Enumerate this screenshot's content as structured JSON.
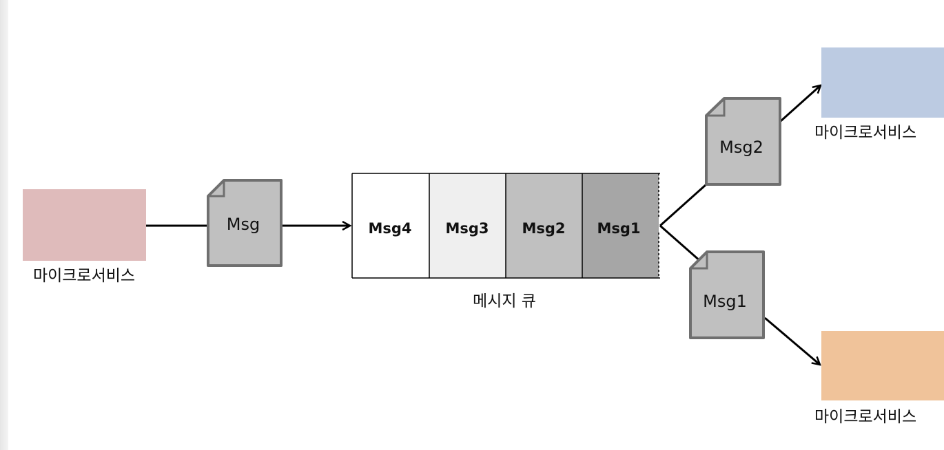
{
  "producer": {
    "label": "마이크로서비스",
    "color": "#dfbbbb"
  },
  "outgoing_message": {
    "label": "Msg"
  },
  "queue": {
    "caption": "메시지 큐",
    "cells": [
      {
        "label": "Msg4",
        "color": "#ffffff"
      },
      {
        "label": "Msg3",
        "color": "#efefef"
      },
      {
        "label": "Msg2",
        "color": "#c0c0c0"
      },
      {
        "label": "Msg1",
        "color": "#a6a6a6"
      }
    ]
  },
  "delivered_messages": [
    {
      "label": "Msg2"
    },
    {
      "label": "Msg1"
    }
  ],
  "consumers": [
    {
      "label": "마이크로서비스",
      "color": "#bccbe2"
    },
    {
      "label": "마이크로서비스",
      "color": "#f0c39a"
    }
  ],
  "colors": {
    "doc_fill": "#c0c0c0",
    "doc_stroke": "#6f6f6f",
    "line": "#000000"
  }
}
